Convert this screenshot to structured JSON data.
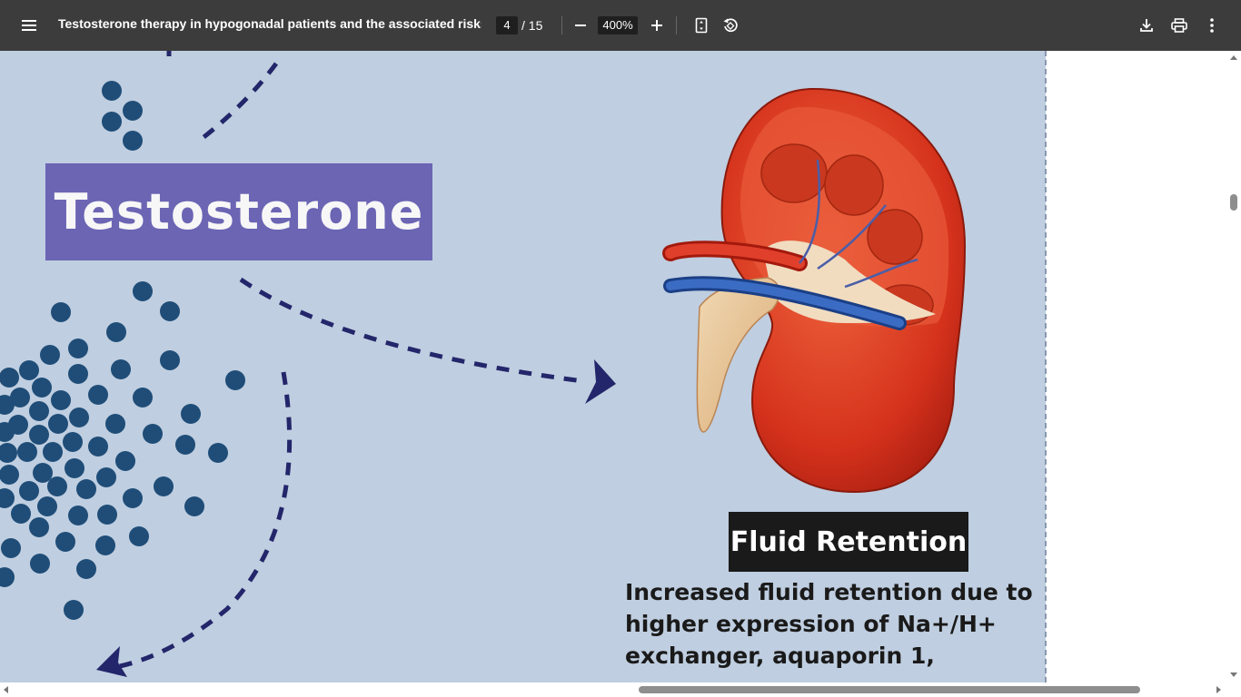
{
  "toolbar": {
    "menu_icon": "hamburger-menu-icon",
    "title": "Testosterone therapy in hypogonadal patients and the associated risks ...",
    "current_page": "4",
    "total_pages": "/ 15",
    "zoom_out_icon": "minus-icon",
    "zoom_level": "400%",
    "zoom_in_icon": "plus-icon",
    "fit_icon": "fit-page-icon",
    "rotate_icon": "rotate-counterclockwise-icon",
    "download_icon": "download-icon",
    "print_icon": "print-icon",
    "more_icon": "more-vertical-icon"
  },
  "document": {
    "testosterone_label": "Testosterone",
    "fluid_retention_label": "Fluid Retention",
    "fluid_retention_desc": [
      "Increased fluid retention due to",
      "higher expression of Na+/H+",
      "exchanger, aquaporin 1,"
    ]
  },
  "colors": {
    "toolbar_bg": "#3c3c3c",
    "page_bg": "#bfcee0",
    "testosterone_box": "#6b65b4",
    "dots": "#1f4d78",
    "arrows": "#23266a",
    "kidney": "#d93a22"
  }
}
